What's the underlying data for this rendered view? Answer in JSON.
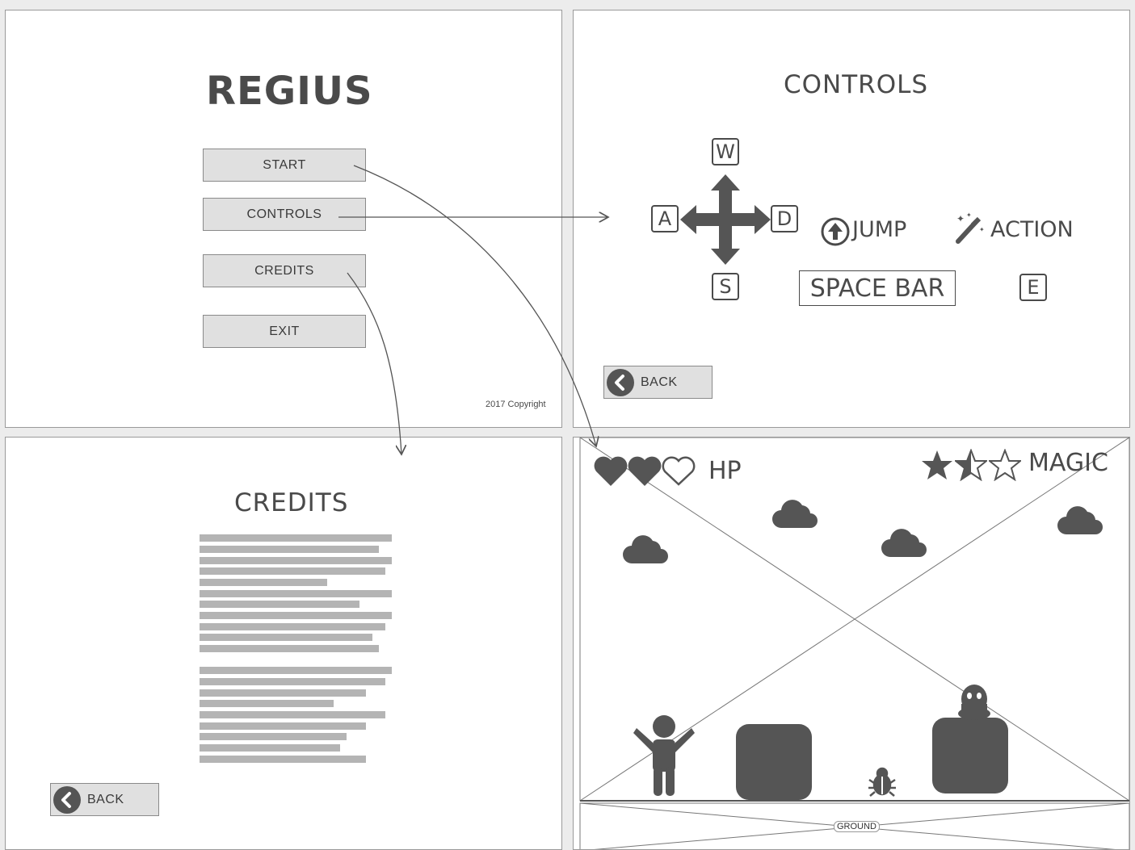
{
  "main_menu": {
    "title": "REGIUS",
    "buttons": [
      "START",
      "CONTROLS",
      "CREDITS",
      "EXIT"
    ],
    "copyright": "2017 Copyright"
  },
  "controls": {
    "title": "CONTROLS",
    "keys": {
      "up": "W",
      "left": "A",
      "right": "D",
      "down": "S",
      "jump_key": "SPACE BAR",
      "action_key": "E"
    },
    "jump_label": "JUMP",
    "action_label": "ACTION",
    "back_label": "BACK"
  },
  "credits": {
    "title": "CREDITS",
    "back_label": "BACK"
  },
  "game": {
    "hp_label": "HP",
    "magic_label": "MAGIC",
    "hp": {
      "filled": 2,
      "total": 3
    },
    "magic": {
      "filled": 1.5,
      "total": 3
    },
    "ground_label": "GROUND"
  },
  "colors": {
    "ink": "#4a4a4a",
    "shape": "#555555",
    "button": "#e0e0e0",
    "text_bar": "#b4b4b4"
  }
}
